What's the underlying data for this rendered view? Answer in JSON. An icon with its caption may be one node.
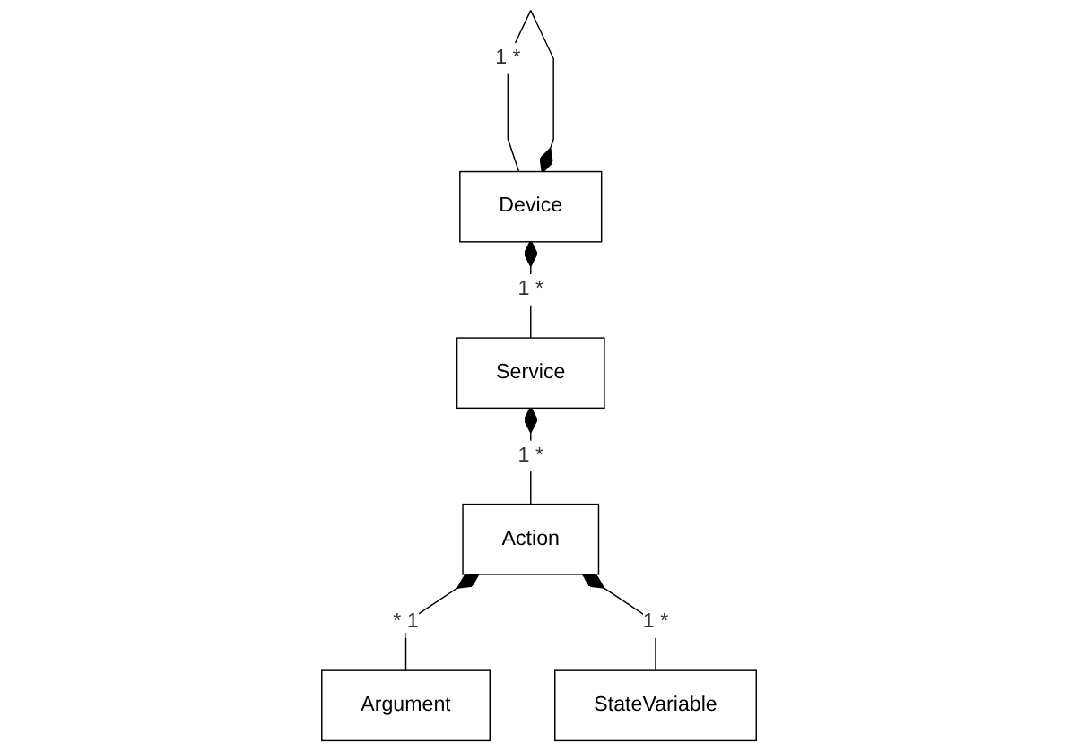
{
  "diagram": {
    "nodes": [
      {
        "text": [
          "Device"
        ]
      },
      {
        "text": [
          "Service"
        ]
      },
      {
        "text": [
          "Argument"
        ]
      },
      {
        "text": [
          "Action"
        ]
      },
      {
        "text": [
          "StateVariable"
        ]
      }
    ],
    "edges": [
      {
        "from": 0,
        "to": 0,
        "arrow": "other",
        "label": "1 *"
      },
      {
        "from": 1,
        "to": 0,
        "arrow": "other",
        "label": "1 *"
      },
      {
        "from": 3,
        "to": 1,
        "arrow": "other",
        "label": "1 *"
      },
      {
        "from": 2,
        "to": 3,
        "arrow": "other",
        "label": "* 1"
      },
      {
        "from": 4,
        "to": 3,
        "arrow": "other",
        "label": "1 *"
      }
    ]
  }
}
